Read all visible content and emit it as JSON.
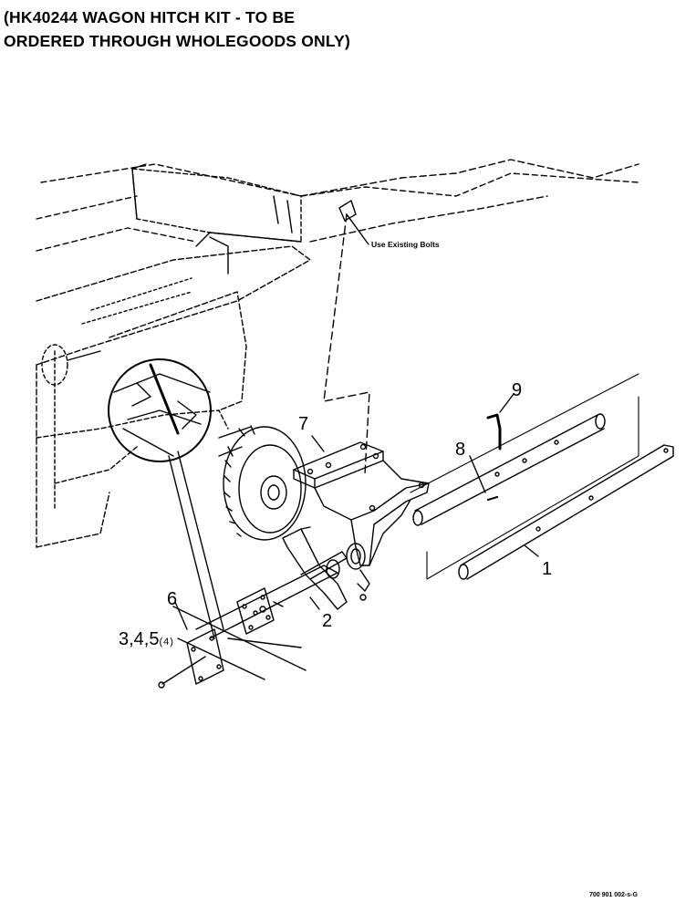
{
  "title": {
    "line1": "(HK40244 WAGON HITCH KIT - TO BE",
    "line2": "ORDERED THROUGH WHOLEGOODS ONLY)"
  },
  "note": "Use Existing Bolts",
  "callouts": {
    "c1": "1",
    "c2": "2",
    "c345": "3,4,5",
    "c345_qty": "(4)",
    "c6": "6",
    "c7": "7",
    "c8": "8",
    "c9": "9"
  },
  "drawing_code": "700 901 002-s-G",
  "components": [
    {
      "id": "machine-frame",
      "icon": "baler-frame-outline"
    },
    {
      "id": "wheel",
      "icon": "tire"
    },
    {
      "id": "detail-circle",
      "icon": "magnified-bolt-view"
    },
    {
      "id": "hitch-bracket",
      "icon": "bracket-plate"
    },
    {
      "id": "square-plate",
      "icon": "square-plate"
    },
    {
      "id": "spacer-plate",
      "icon": "square-plate"
    },
    {
      "id": "bolt",
      "icon": "bolt"
    },
    {
      "id": "u-clamp",
      "icon": "curved-clamp"
    },
    {
      "id": "tube",
      "icon": "round-tube"
    },
    {
      "id": "tongue-bar",
      "icon": "flat-bar"
    },
    {
      "id": "pin",
      "icon": "hitch-pin"
    },
    {
      "id": "clip",
      "icon": "clip"
    }
  ]
}
